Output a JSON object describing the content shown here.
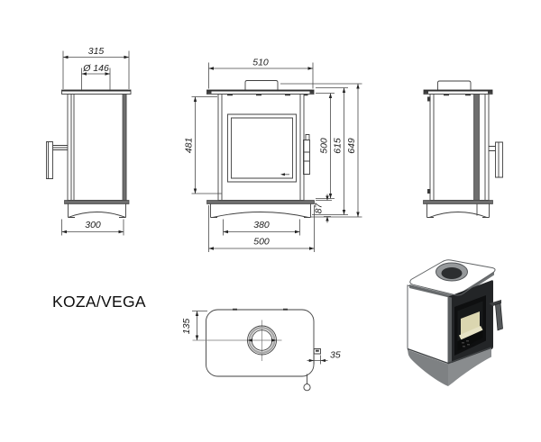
{
  "title": {
    "model_name": "KOZA/VEGA"
  },
  "drawing": {
    "side_left_view": {
      "top_width": "315",
      "flue_diameter": "Ø 146",
      "bottom_width": "300"
    },
    "front_view": {
      "top_width": "510",
      "door_height": "481",
      "body_height": "500",
      "upper_height": "615",
      "total_height": "649",
      "base_height": "87",
      "arch_width": "380",
      "bottom_width": "500"
    },
    "top_view": {
      "flue_offset": "135",
      "latch_offset": "35"
    }
  },
  "photo": {
    "top_color": "#a6a9ab",
    "plate_edge_color": "#6f7274",
    "side_color": "#8b8e90",
    "front_color": "#232527",
    "corner_color": "#5a5d5f",
    "window_frame_color": "#0e0f10",
    "glass_color": "#17191a",
    "firebox_color": "#dbd6b0",
    "floor_color": "#e6e2c4",
    "grate_color": "#0b0c0c",
    "grate_hole_color": "#3c3c3c",
    "handle_color": "#55585a",
    "handle_dark_color": "#3c3e40",
    "base_side_color": "#7e8183",
    "base_front_color": "#898c8e",
    "collar_color": "#96999b",
    "collar_hole_color": "#2c2e30"
  }
}
